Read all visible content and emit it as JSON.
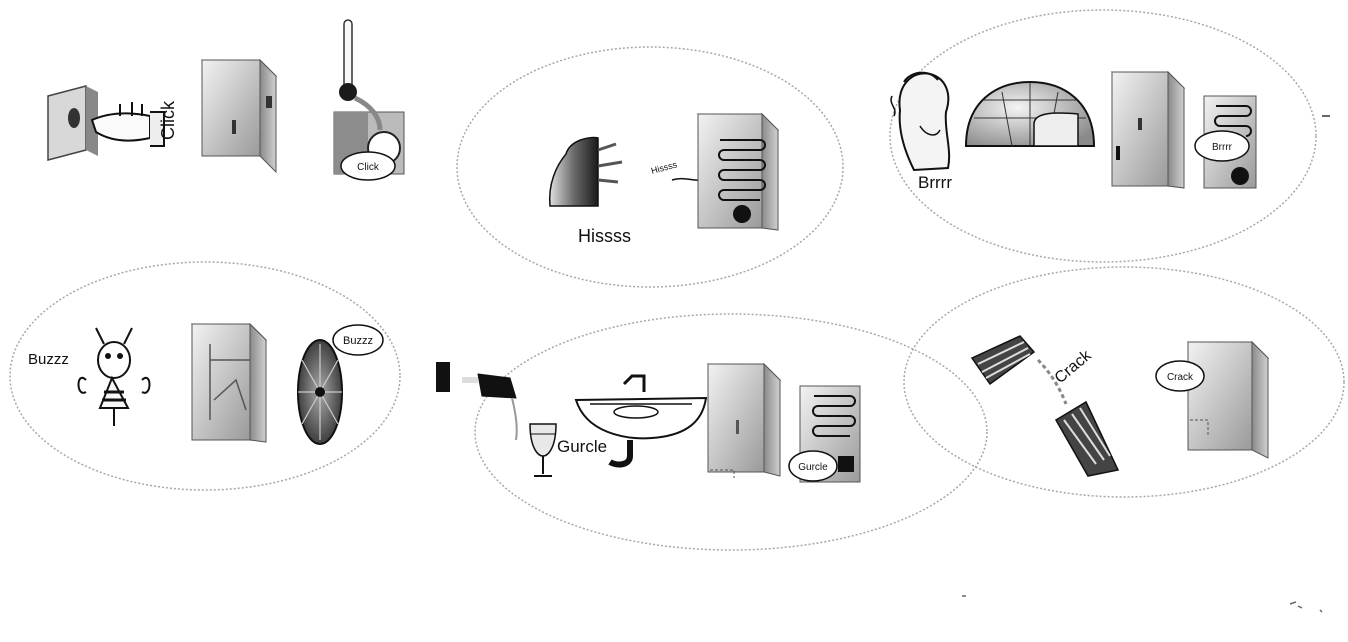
{
  "labels": {
    "click_switch": "Click",
    "click_thermostat": "Click",
    "hisss_iron": "Hissss",
    "hisss_coil": "Hissss",
    "brrr_person": "Brrrr",
    "brrr_bubble": "Brrrr",
    "buzz_bee": "Buzzz",
    "buzz_bubble": "Buzzz",
    "gurgle_sink": "Gurcle",
    "gurgle_bubble": "Gurcle",
    "crack_ice": "Crack",
    "crack_bubble": "Crack"
  },
  "colors": {
    "ellipse_stroke": "#9a9a9a",
    "ink": "#111111",
    "cabinet_light": "#e6e6e6",
    "cabinet_dark": "#777777",
    "accent_dark": "#222222"
  }
}
